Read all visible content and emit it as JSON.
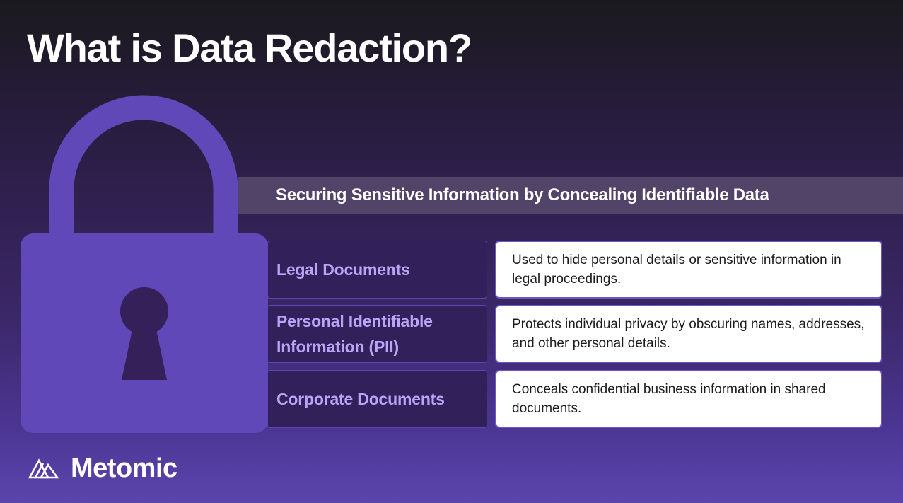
{
  "slide": {
    "title": "What is Data Redaction?",
    "subtitle": "Securing Sensitive Information by Concealing Identifiable Data",
    "rows": [
      {
        "label": "Legal Documents",
        "description": "Used to hide personal details or sensitive information in legal proceedings."
      },
      {
        "label": "Personal Identifiable Information (PII)",
        "description": "Protects individual privacy by obscuring names, addresses, and other personal details."
      },
      {
        "label": "Corporate Documents",
        "description": "Conceals confidential business information in shared documents."
      }
    ]
  },
  "brand": {
    "name": "Metomic",
    "logo_icon": "metomic-logo-icon"
  },
  "illustration": {
    "icon": "padlock-icon"
  },
  "colors": {
    "accent_purple": "#6148b8",
    "label_text": "#b9a4f6",
    "keyhole": "#35205a",
    "band": "#524469"
  }
}
